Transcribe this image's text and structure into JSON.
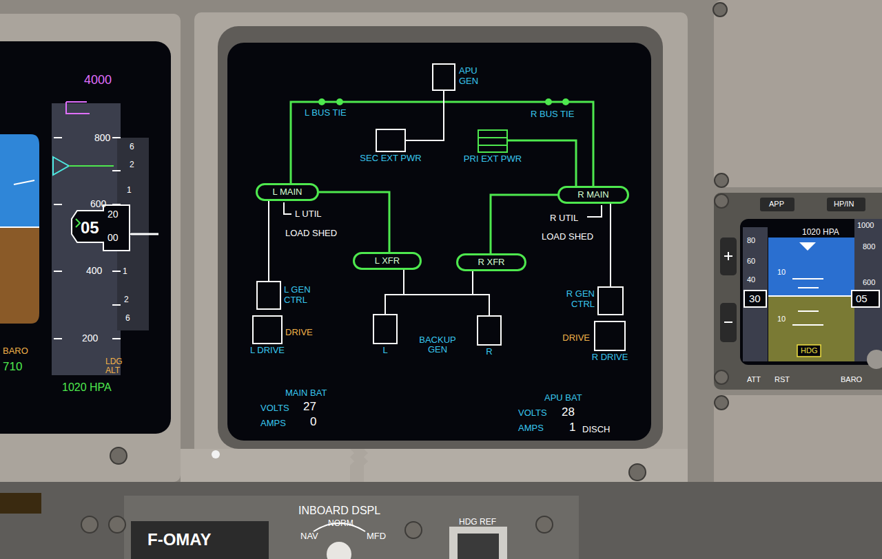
{
  "diagram": {
    "nodes": [
      {
        "text": [
          "APU GEN"
        ]
      },
      {
        "text": [
          "SEC EXT PWR"
        ]
      },
      {
        "text": [
          "PRI EXT PWR"
        ]
      },
      {
        "text": [
          "L MAIN"
        ]
      },
      {
        "text": [
          "R MAIN"
        ]
      },
      {
        "text": [
          "L XFR"
        ]
      },
      {
        "text": [
          "R XFR"
        ]
      },
      {
        "text": [
          "L GEN CTRL"
        ]
      },
      {
        "text": [
          "DRIVE",
          "L DRIVE"
        ]
      },
      {
        "text": [
          "R GEN CTRL"
        ]
      },
      {
        "text": [
          "DRIVE",
          "R DRIVE"
        ]
      },
      {
        "text": [
          "L"
        ]
      },
      {
        "text": [
          "R"
        ]
      }
    ],
    "edges": [
      {
        "from": 3,
        "to": 4,
        "arrow": "none"
      },
      {
        "from": 0,
        "to": 1,
        "arrow": "none"
      },
      {
        "from": 2,
        "to": 4,
        "arrow": "none"
      },
      {
        "from": 3,
        "to": 5,
        "arrow": "none"
      },
      {
        "from": 4,
        "to": 6,
        "arrow": "none"
      },
      {
        "from": 5,
        "to": 11,
        "arrow": "none"
      },
      {
        "from": 5,
        "to": 12,
        "arrow": "none"
      },
      {
        "from": 6,
        "to": 11,
        "arrow": "none"
      },
      {
        "from": 6,
        "to": 12,
        "arrow": "none"
      },
      {
        "from": 3,
        "to": 7,
        "arrow": "none"
      },
      {
        "from": 4,
        "to": 9,
        "arrow": "none"
      }
    ],
    "labels": [
      "L BUS TIE",
      "R BUS TIE",
      "L UTIL",
      "LOAD SHED",
      "R UTIL",
      "LOAD SHED",
      "BACKUP GEN",
      "MAIN BAT",
      "VOLTS",
      "27",
      "AMPS",
      "0",
      "APU BAT",
      "VOLTS",
      "28",
      "AMPS",
      "1",
      "DISCH",
      "4000",
      "800",
      "600",
      "400",
      "200",
      "6",
      "2",
      "1",
      "1",
      "2",
      "6",
      "05",
      "20",
      "00",
      "LDG ALT",
      "1020 HPA",
      "BARO",
      "710",
      "APP",
      "HP/IN",
      "1020 HPA",
      "80",
      "60",
      "40",
      "30",
      "10",
      "10",
      "05",
      "1000",
      "800",
      "600",
      "HDG",
      "ATT",
      "RST",
      "BARO",
      "F-OMAY",
      "INBOARD DSPL",
      "NORM",
      "NAV",
      "MFD",
      "HDG REF"
    ]
  }
}
